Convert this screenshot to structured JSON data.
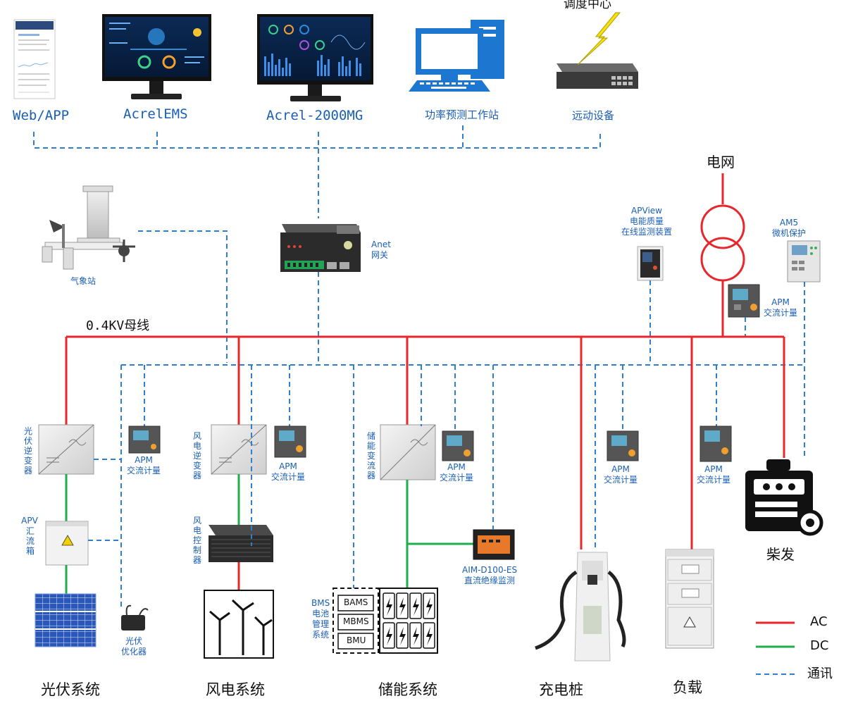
{
  "top": {
    "web_app": "Web/APP",
    "acrel_ems": "AcrelEMS",
    "acrel_2000mg": "Acrel-2000MG",
    "forecast_ws": "功率预测工作站",
    "remote_dev": "远动设备",
    "dispatch": "调度中心"
  },
  "gateway": {
    "line1": "Anet",
    "line2": "网关"
  },
  "weather": "气象站",
  "grid": "电网",
  "bus": "0.4KV母线",
  "apview": {
    "l1": "APView",
    "l2": "电能质量",
    "l3": "在线监测装置"
  },
  "am5": {
    "l1": "AM5",
    "l2": "微机保护"
  },
  "apm": {
    "name": "APM",
    "desc": "交流计量"
  },
  "pv": {
    "inverter": "光伏逆变器",
    "combiner_prefix": "APV",
    "combiner": "汇流箱",
    "optimizer_l1": "光伏",
    "optimizer_l2": "优化器"
  },
  "wind": {
    "inverter": "风电逆变器",
    "controller": "风电控制器"
  },
  "storage": {
    "pcs": "储能变流器",
    "aim_l1": "AIM-D100-ES",
    "aim_l2": "直流绝缘监测",
    "bms_l1": "BMS",
    "bms_l2": "电池",
    "bms_l3": "管理",
    "bms_l4": "系统",
    "bams": "BAMS",
    "mbms": "MBMS",
    "bmu": "BMU"
  },
  "diesel": "柴发",
  "bottom": {
    "pv": "光伏系统",
    "wind": "风电系统",
    "storage": "储能系统",
    "charger": "充电桩",
    "load": "负载"
  },
  "legend": {
    "ac": "AC",
    "dc": "DC",
    "comm": "通讯"
  },
  "colors": {
    "ac": "#e8262b",
    "dc": "#1fae4b",
    "comm": "#2f7fd0"
  }
}
